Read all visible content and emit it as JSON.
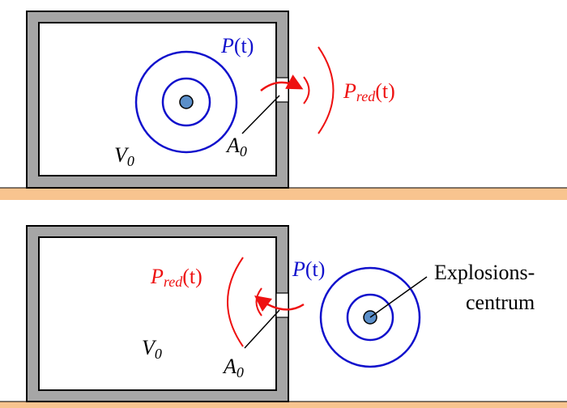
{
  "colors": {
    "wall_fill": "#a6a6a6",
    "ground_fill": "#f8c48f",
    "ground_line": "#000000",
    "pressure_blue": "#1010cc",
    "reduced_red": "#ee1111",
    "center_fill": "#5b8fc9"
  },
  "panels": [
    {
      "pressure": {
        "symbol": "P",
        "arg": "(t)"
      },
      "reduced": {
        "symbol": "P",
        "sub": "red",
        "arg": "(t)"
      },
      "vent_area": {
        "symbol": "A",
        "sub": "0"
      },
      "volume": {
        "symbol": "V",
        "sub": "0"
      }
    },
    {
      "pressure": {
        "symbol": "P",
        "arg": "(t)"
      },
      "reduced": {
        "symbol": "P",
        "sub": "red",
        "arg": "(t)"
      },
      "vent_area": {
        "symbol": "A",
        "sub": "0"
      },
      "volume": {
        "symbol": "V",
        "sub": "0"
      },
      "center_label": [
        "Explosions-",
        "centrum"
      ]
    }
  ]
}
